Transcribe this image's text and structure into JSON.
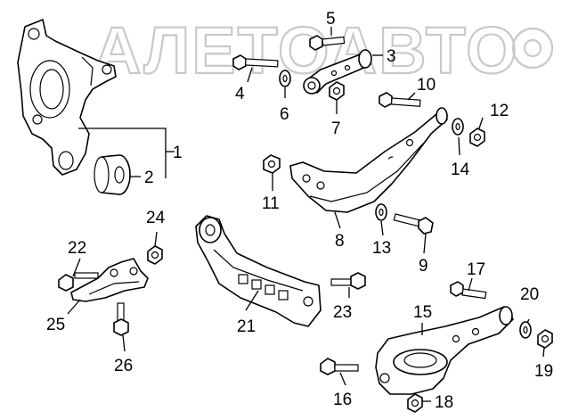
{
  "watermark": "АЛЕТОАВТО",
  "callouts": {
    "c1": "1",
    "c2": "2",
    "c3": "3",
    "c4": "4",
    "c5": "5",
    "c6": "6",
    "c7": "7",
    "c8": "8",
    "c9": "9",
    "c10": "10",
    "c11": "11",
    "c12": "12",
    "c13": "13",
    "c14": "14",
    "c15": "15",
    "c16": "16",
    "c17": "17",
    "c18": "18",
    "c19": "19",
    "c20": "20",
    "c21": "21",
    "c22": "22",
    "c23": "23",
    "c24": "24",
    "c25": "25",
    "c26": "26"
  }
}
